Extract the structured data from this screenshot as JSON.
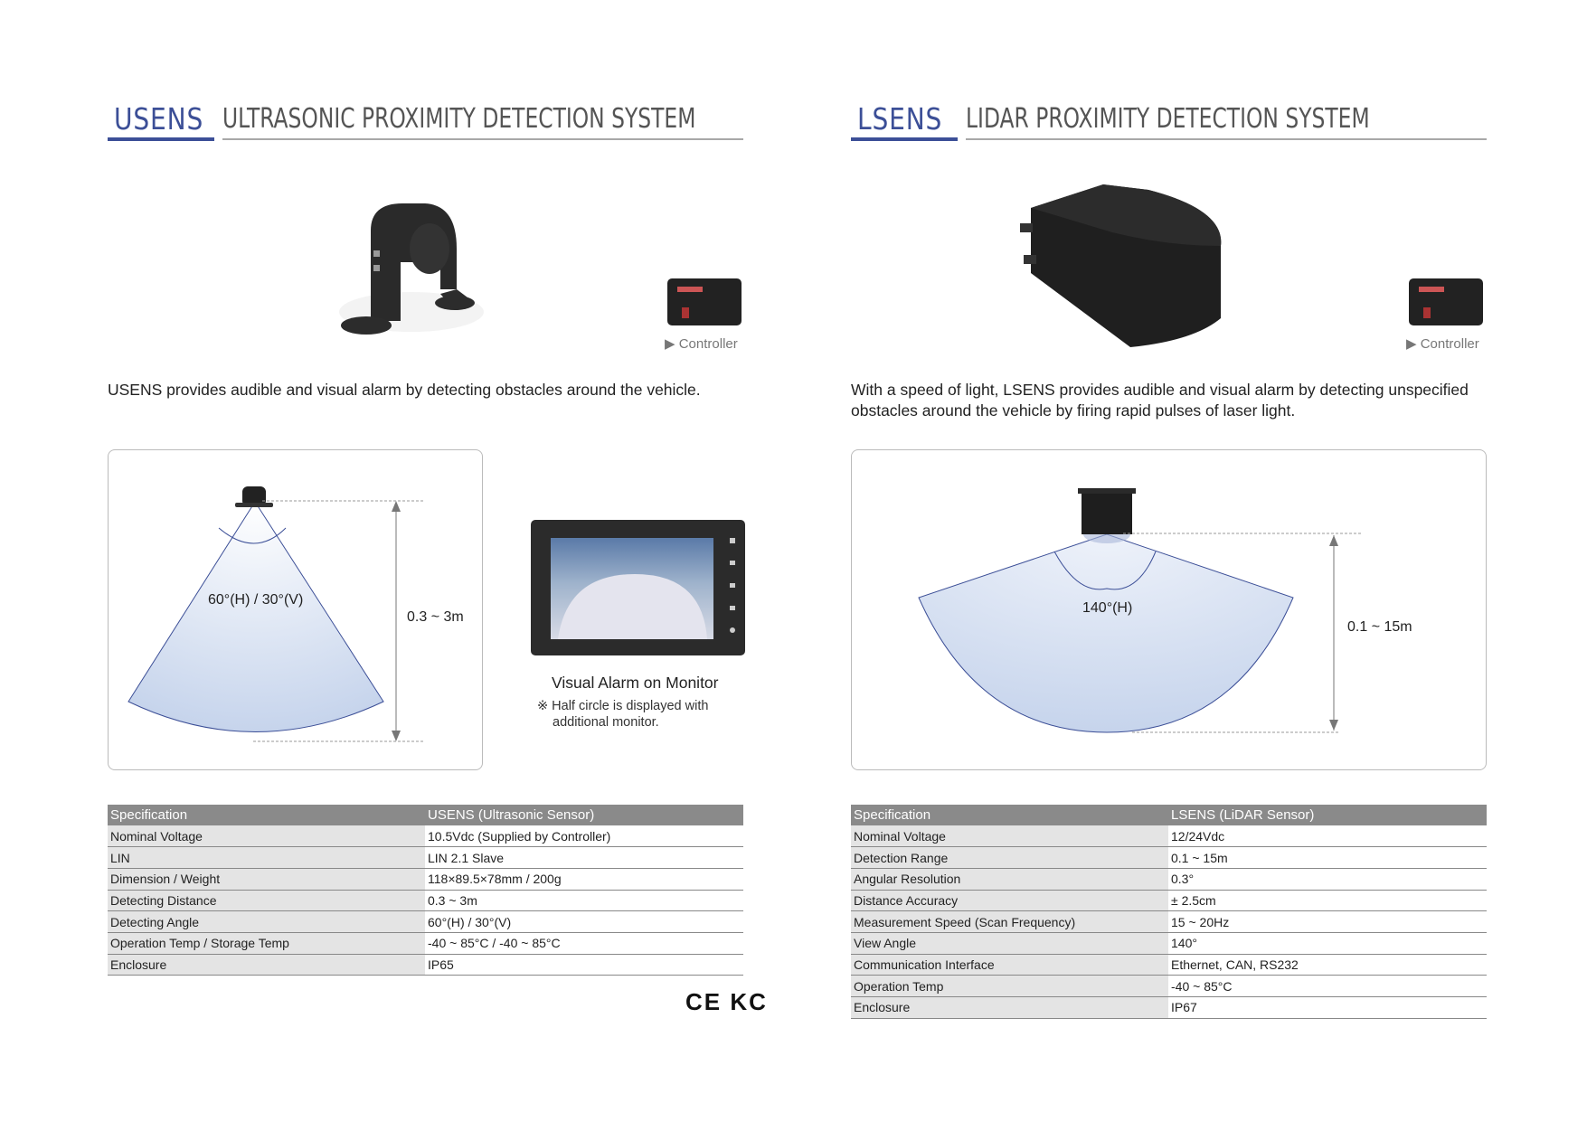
{
  "usens": {
    "brand": "USENS",
    "title": "ULTRASONIC PROXIMITY DETECTION SYSTEM",
    "controller_label": "Controller",
    "description": "USENS provides audible and visual alarm by detecting obstacles around the vehicle.",
    "diagram": {
      "angle": "60°(H) / 30°(V)",
      "range": "0.3 ~ 3m"
    },
    "monitor": {
      "title": "Visual Alarm on Monitor",
      "note": "※ Half circle is displayed with additional monitor."
    },
    "table": {
      "headers": [
        "Specification",
        "USENS (Ultrasonic Sensor)"
      ],
      "rows": [
        [
          "Nominal Voltage",
          "10.5Vdc (Supplied by Controller)"
        ],
        [
          "LIN",
          "LIN 2.1 Slave"
        ],
        [
          "Dimension / Weight",
          "118×89.5×78mm / 200g"
        ],
        [
          "Detecting Distance",
          "0.3 ~ 3m"
        ],
        [
          "Detecting Angle",
          "60°(H) / 30°(V)"
        ],
        [
          "Operation Temp / Storage Temp",
          "-40 ~ 85°C / -40 ~ 85°C"
        ],
        [
          "Enclosure",
          "IP65"
        ]
      ]
    },
    "certifications": "CE KC"
  },
  "lsens": {
    "brand": "LSENS",
    "title": "LIDAR PROXIMITY DETECTION SYSTEM",
    "controller_label": "Controller",
    "description": "With a speed of light, LSENS provides audible and visual alarm by detecting unspecified obstacles around the vehicle by firing rapid pulses of laser light.",
    "diagram": {
      "angle": "140°(H)",
      "range": "0.1 ~ 15m"
    },
    "table": {
      "headers": [
        "Specification",
        "LSENS (LiDAR Sensor)"
      ],
      "rows": [
        [
          "Nominal Voltage",
          "12/24Vdc"
        ],
        [
          "Detection Range",
          "0.1 ~ 15m"
        ],
        [
          "Angular Resolution",
          "0.3°"
        ],
        [
          "Distance Accuracy",
          "± 2.5cm"
        ],
        [
          "Measurement Speed (Scan Frequency)",
          "15 ~ 20Hz"
        ],
        [
          "View Angle",
          "140°"
        ],
        [
          "Communication Interface",
          "Ethernet, CAN, RS232"
        ],
        [
          "Operation Temp",
          "-40 ~ 85°C"
        ],
        [
          "Enclosure",
          "IP67"
        ]
      ]
    }
  },
  "colors": {
    "brand": "#3c4f97",
    "table_header": "#8a8a8a",
    "row_key": "#e4e4e4"
  }
}
